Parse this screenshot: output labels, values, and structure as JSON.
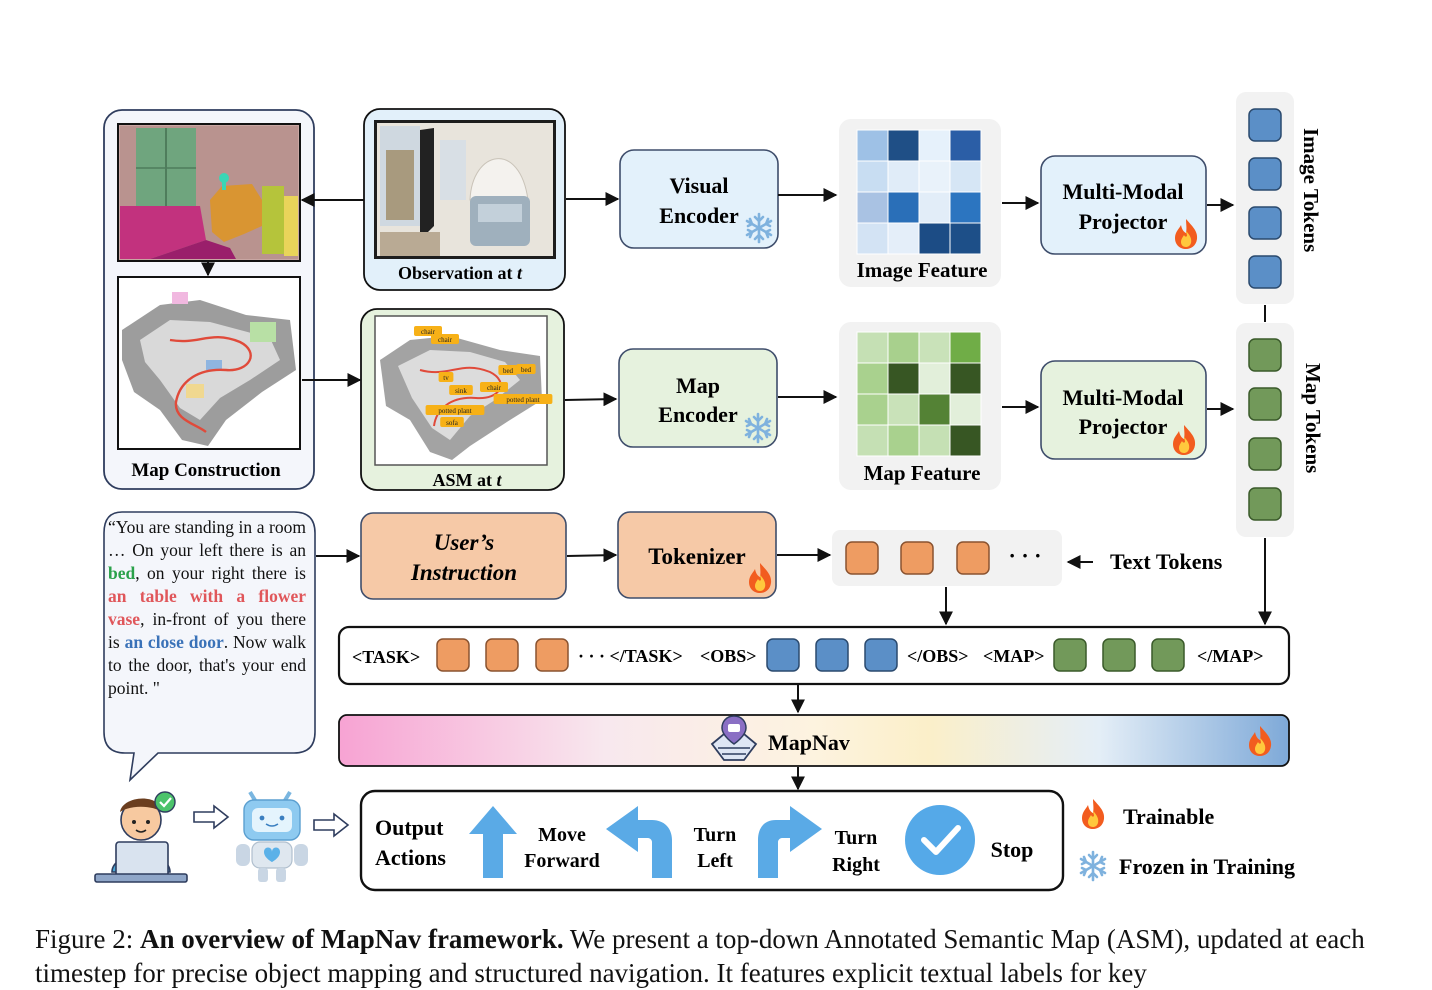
{
  "labels": {
    "observation": "Observation at ",
    "observation_t": "t",
    "map_construction": "Map Construction",
    "asm": "ASM at ",
    "asm_t": "t",
    "visual_encoder_1": "Visual",
    "visual_encoder_2": "Encoder",
    "map_encoder_1": "Map",
    "map_encoder_2": "Encoder",
    "image_feature": "Image Feature",
    "map_feature": "Map Feature",
    "projector_1": "Multi-Modal",
    "projector_2": "Projector",
    "image_tokens": "Image Tokens",
    "map_tokens": "Map Tokens",
    "user_instruction_1": "User’s",
    "user_instruction_2": "Instruction",
    "tokenizer": "Tokenizer",
    "text_tokens": "Text Tokens",
    "ellipsis": "· · ·",
    "task_open": "<TASK>",
    "task_close": "· · · </TASK>",
    "obs_open": "<OBS>",
    "obs_close": "</OBS>",
    "map_open": "<MAP>",
    "map_close": "</MAP>",
    "mapnav": "MapNav",
    "output_1": "Output",
    "output_2": "Actions",
    "move_1": "Move",
    "move_2": "Forward",
    "turn_left_1": "Turn",
    "turn_left_2": "Left",
    "turn_right_1": "Turn",
    "turn_right_2": "Right",
    "stop": "Stop",
    "trainable": "Trainable",
    "frozen": "Frozen in Training"
  },
  "asm_tags": [
    "chair",
    "chair",
    "bed",
    "bed",
    "tv",
    "sink",
    "chair",
    "potted plant",
    "potted plant",
    "sofa"
  ],
  "quote": {
    "p1": "“You are standing in a room … On your left there is an ",
    "bed": "bed",
    "p2": ", on your right there is ",
    "table": "an table with a flower vase",
    "p3": ", in-front of you there is ",
    "door": "an close door",
    "p4": ". Now walk to the door, that's your end point. \""
  },
  "caption": {
    "prefix": "Figure 2: ",
    "bold": "An overview of MapNav framework.",
    "rest": " We present a top-down Annotated Semantic Map (ASM), updated at each timestep for precise object mapping and structured navigation. It features explicit textual labels for key"
  },
  "colors": {
    "blue_box": "#e3f1fb",
    "green_box": "#e6f2de",
    "orange_box": "#f6c9a7",
    "orange_token": "#ee9c62",
    "blue_token": "#5b8fc7",
    "green_token": "#72995a"
  },
  "icons": [
    "snowflake-icon",
    "flame-icon",
    "up-arrow-icon",
    "turn-left-icon",
    "turn-right-icon",
    "check-icon",
    "map-robot-icon",
    "person-laptop-icon",
    "robot-icon",
    "hollow-arrow-icon"
  ]
}
